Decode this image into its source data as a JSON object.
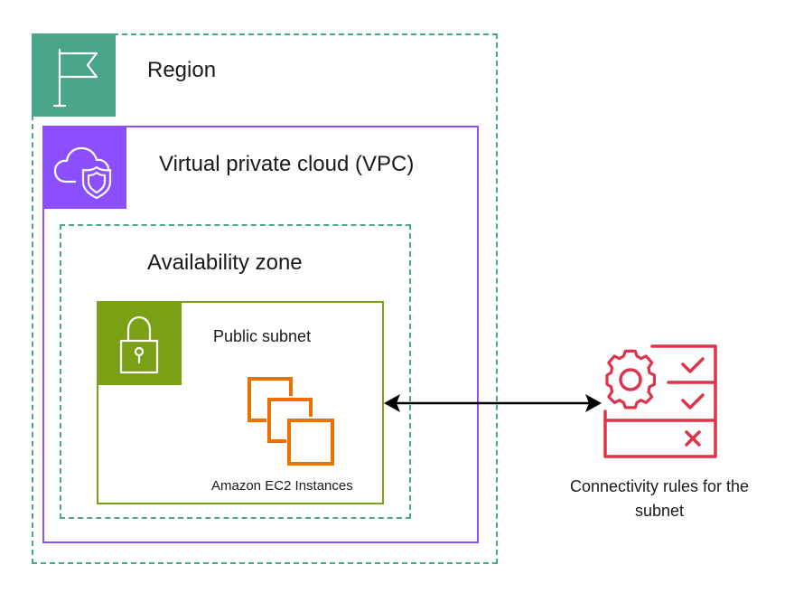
{
  "region": {
    "label": "Region",
    "icon": "flag-icon",
    "color": "#4aa58a"
  },
  "vpc": {
    "label": "Virtual private cloud (VPC)",
    "icon": "cloud-shield-icon",
    "color": "#8c4fff"
  },
  "availability_zone": {
    "label": "Availability zone",
    "color": "#4aa58a"
  },
  "subnet": {
    "label": "Public subnet",
    "icon": "padlock-icon",
    "color": "#7aa116",
    "instances_label": "Amazon EC2 Instances",
    "instances_icon": "ec2-instances-icon",
    "instances_color": "#ed7100"
  },
  "connector": {
    "icon": "double-arrow-icon",
    "color": "#000000"
  },
  "rules": {
    "label_line1": "Connectivity rules for the",
    "label_line2": "subnet",
    "icon": "rules-checklist-icon",
    "color": "#dd344c"
  }
}
